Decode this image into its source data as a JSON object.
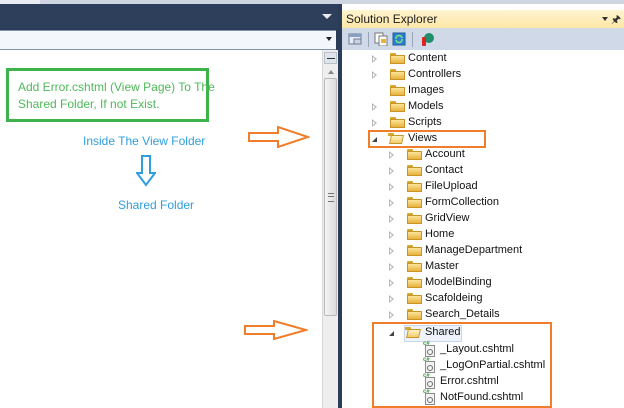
{
  "editor": {
    "annotation_box_text": "Add Error.cshtml (View Page) To The Shared Folder, If not Exist.",
    "label_inside_view_folder": "Inside The View Folder",
    "label_shared_folder": "Shared Folder"
  },
  "colors": {
    "annotation_green": "#3cb44b",
    "annotation_blue": "#2f9ede",
    "highlight_orange": "#f07d2a",
    "ide_dark_blue": "#2b3c59",
    "panel_header_yellow": "#fde7a6"
  },
  "solution_explorer": {
    "title": "Solution Explorer",
    "toolbar_icons": [
      "properties-icon",
      "show-all-files-icon",
      "refresh-icon",
      "class-diagram-icon"
    ],
    "top_folders": [
      {
        "name": "Content",
        "expandable": true
      },
      {
        "name": "Controllers",
        "expandable": true
      },
      {
        "name": "Images",
        "expandable": false
      },
      {
        "name": "Models",
        "expandable": true
      },
      {
        "name": "Scripts",
        "expandable": true
      }
    ],
    "views_folder": {
      "name": "Views",
      "expanded": true,
      "subfolders": [
        "Account",
        "Contact",
        "FileUpload",
        "FormCollection",
        "GridView",
        "Home",
        "ManageDepartment",
        "Master",
        "ModelBinding",
        "Scafoldeing",
        "Search_Details"
      ],
      "shared": {
        "name": "Shared",
        "expanded": true,
        "files": [
          "_Layout.cshtml",
          "_LogOnPartial.cshtml",
          "Error.cshtml",
          "NotFound.cshtml"
        ]
      }
    }
  }
}
